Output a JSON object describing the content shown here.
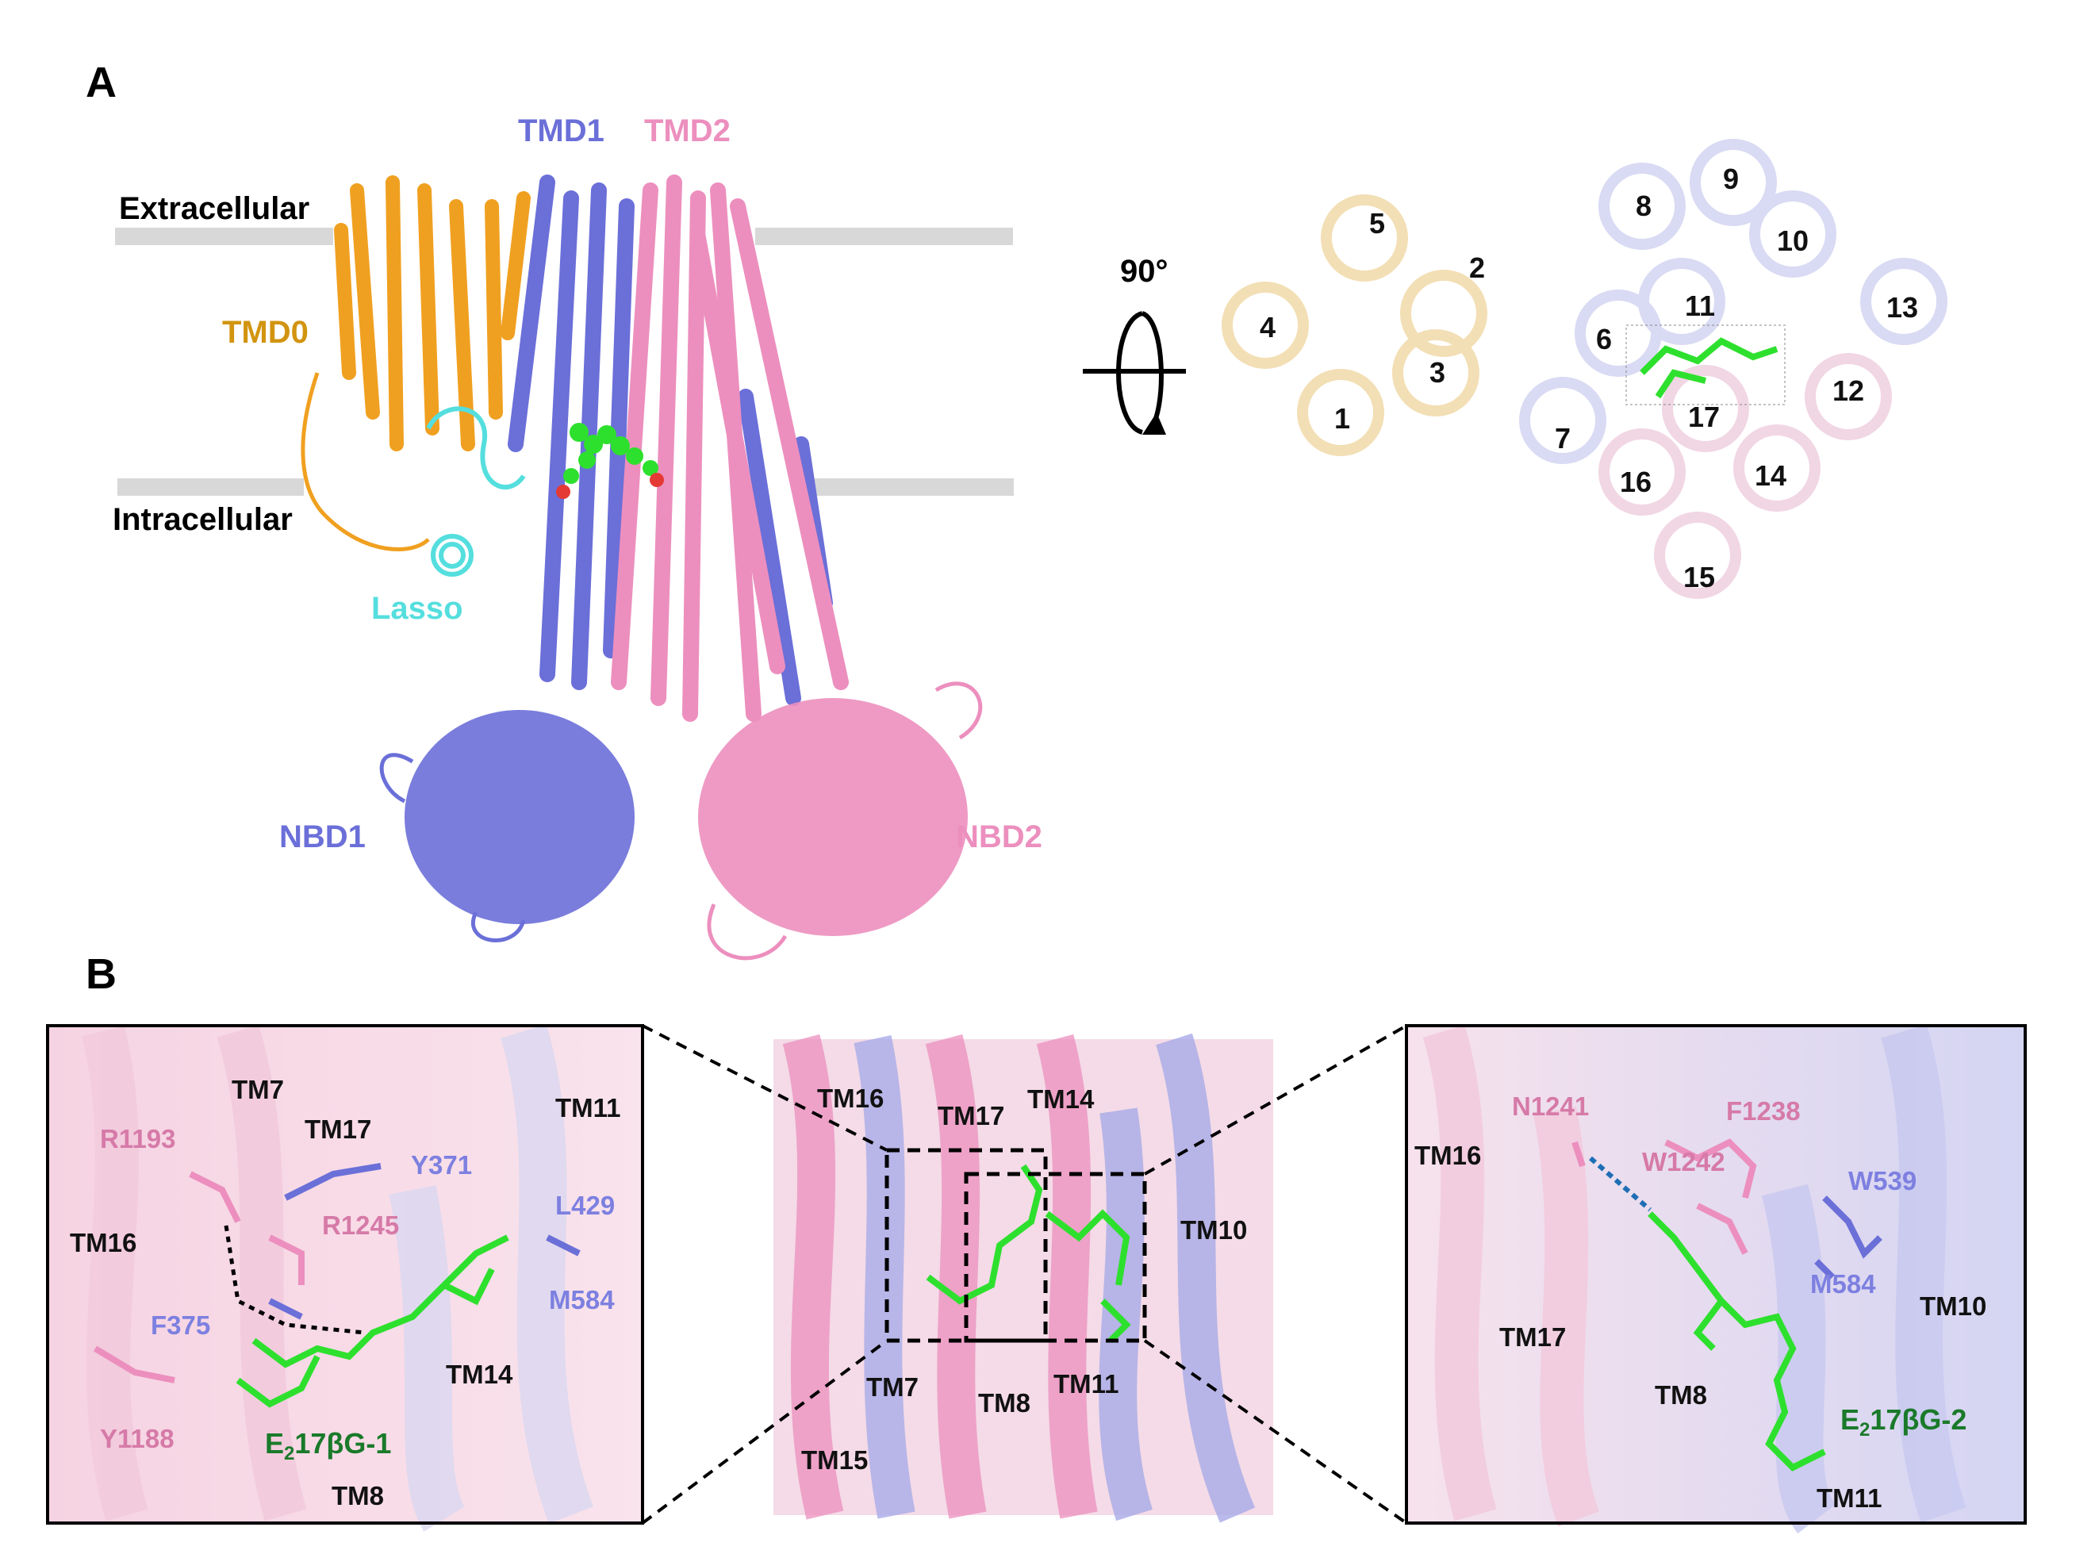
{
  "panel_a": {
    "letter": "A",
    "membrane": {
      "extracellular": "Extracellular",
      "intracellular": "Intracellular"
    },
    "domains": {
      "tmd0": "TMD0",
      "tmd1": "TMD1",
      "tmd2": "TMD2",
      "lasso": "Lasso",
      "nbd1": "NBD1",
      "nbd2": "NBD2"
    },
    "rotation": "90°",
    "helix_numbers": [
      "1",
      "2",
      "3",
      "4",
      "5",
      "6",
      "7",
      "8",
      "9",
      "10",
      "11",
      "12",
      "13",
      "14",
      "15",
      "16",
      "17"
    ]
  },
  "panel_b": {
    "letter": "B",
    "left_inset": {
      "helices": [
        "TM7",
        "TM17",
        "TM11",
        "TM16",
        "TM14",
        "TM8"
      ],
      "residues": [
        "R1193",
        "Y371",
        "R1245",
        "L429",
        "M584",
        "F375",
        "Y1188"
      ],
      "ligand": {
        "main": "E",
        "sub": "2",
        "rest": "17βG-1"
      }
    },
    "center": {
      "helices": [
        "TM16",
        "TM17",
        "TM14",
        "TM10",
        "TM7",
        "TM8",
        "TM11",
        "TM15"
      ]
    },
    "right_inset": {
      "helices": [
        "TM16",
        "TM17",
        "TM8",
        "TM10",
        "TM11"
      ],
      "residues": [
        "F1238",
        "N1241",
        "W1242",
        "W539",
        "M584"
      ],
      "ligand": {
        "main": "E",
        "sub": "2",
        "rest": "17βG-2"
      }
    }
  },
  "colors": {
    "tmd0": "#f0a020",
    "tmd1": "#6b6fd8",
    "tmd2": "#ec8fbe",
    "lasso": "#55dede",
    "ligand": "#2ee02e",
    "pink_label": "#d67aa8",
    "blue_label": "#7d80e0",
    "ligand_label": "#1a7a2a"
  },
  "icons": {
    "rotation": "rotation-arrow-icon"
  }
}
